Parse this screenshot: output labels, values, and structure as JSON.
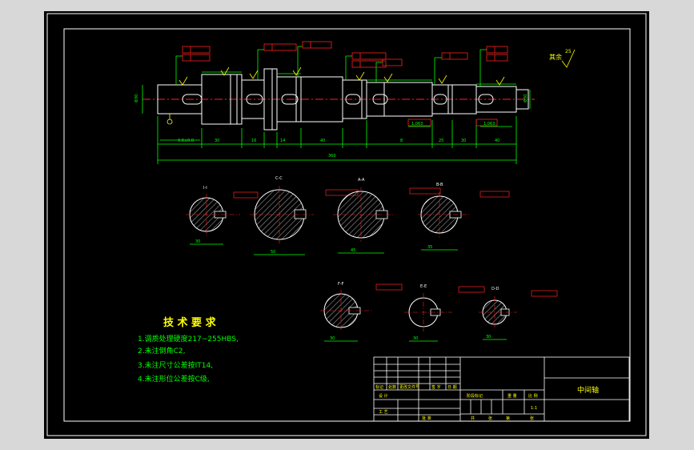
{
  "drawing": {
    "title_mark": "中间轴",
    "roughness_note": "其余",
    "roughness_value": "25",
    "overall_length": "360",
    "scale": "1:1"
  },
  "tech": {
    "heading": "技 术 要 求",
    "items": [
      "1.调质处理硬度217~255HBS,",
      "2.未注倒角C2,",
      "3.未注尺寸公差按IT14,",
      "4.未注形位公差按C级,"
    ]
  },
  "colors": {
    "background": "#000000",
    "frame": "#ffffff",
    "geometry": "#ffffff",
    "dimension": "#00ff00",
    "annotation": "#ffff00",
    "tolerance": "#ff2020",
    "hatch": "#ffffff"
  },
  "sections": [
    {
      "label": "I-I",
      "dia": "30"
    },
    {
      "label": "C-C",
      "dia": "50"
    },
    {
      "label": "A-A",
      "dia": "45"
    },
    {
      "label": "B-B",
      "dia": "35"
    },
    {
      "label": "F-F",
      "dia": "30"
    },
    {
      "label": "E-E",
      "dia": "30"
    },
    {
      "label": "D-D",
      "dia": "30"
    }
  ],
  "title_block": {
    "part_name": "中间轴",
    "row_labels": [
      "标记",
      "处数",
      "更改文件号",
      "签 字",
      "日 期"
    ],
    "design_label": "设 计",
    "process_label": "工 艺",
    "approve_label": "批 准",
    "stage_label": "阶段标记",
    "weight_label": "重 量",
    "scale_label": "比 例",
    "sheet_labels": [
      "共",
      "张",
      "第",
      "张"
    ]
  }
}
